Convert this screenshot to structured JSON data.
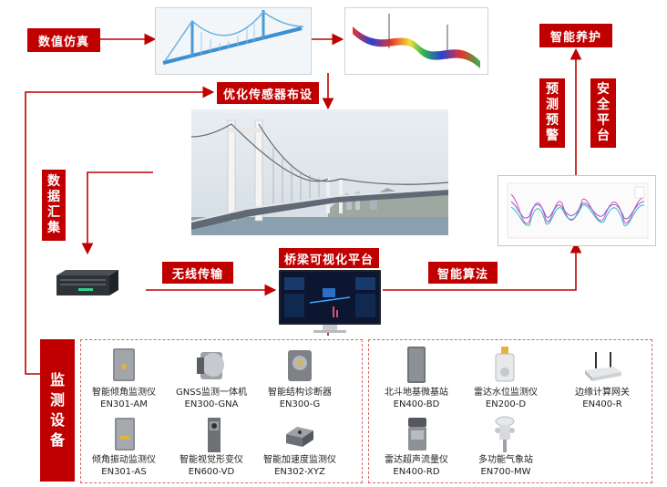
{
  "labels": {
    "numerical_sim": "数值仿真",
    "optimize_sensor": "优化传感器布设",
    "smart_maintenance": "智能养护",
    "data_collect": [
      "数",
      "据",
      "汇",
      "集"
    ],
    "early_warning": [
      "预",
      "测",
      "预",
      "警"
    ],
    "safety_platform": [
      "安",
      "全",
      "平",
      "台"
    ],
    "wireless": "无线传输",
    "bridge_platform": "桥梁可视化平台",
    "smart_algo": "智能算法",
    "monitor_device": [
      "监",
      "测",
      "设",
      "备"
    ]
  },
  "devices_left": [
    {
      "name": "智能倾角监测仪",
      "code": "EN301-AM",
      "icon": "tilt-sensor-icon"
    },
    {
      "name": "GNSS监测一体机",
      "code": "EN300-GNA",
      "icon": "gnss-antenna-icon"
    },
    {
      "name": "智能结构诊断器",
      "code": "EN300-G",
      "icon": "structure-diagnoser-icon"
    },
    {
      "name": "倾角振动监测仪",
      "code": "EN301-AS",
      "icon": "vibration-sensor-icon"
    },
    {
      "name": "智能视觉形变仪",
      "code": "EN600-VD",
      "icon": "vision-deformation-icon"
    },
    {
      "name": "智能加速度监测仪",
      "code": "EN302-XYZ",
      "icon": "accelerometer-icon"
    }
  ],
  "devices_right": [
    {
      "name": "北斗地基微基站",
      "code": "EN400-BD",
      "icon": "beidou-station-icon"
    },
    {
      "name": "雷达水位监测仪",
      "code": "EN200-D",
      "icon": "radar-level-icon"
    },
    {
      "name": "边缘计算网关",
      "code": "EN400-R",
      "icon": "edge-gateway-icon"
    },
    {
      "name": "雷达超声流量仪",
      "code": "EN400-RD",
      "icon": "radar-flow-icon"
    },
    {
      "name": "多功能气象站",
      "code": "EN700-MW",
      "icon": "weather-station-icon"
    }
  ],
  "colors": {
    "accent": "#c00000",
    "line": "#c00000",
    "dash": "#d46a6a"
  }
}
